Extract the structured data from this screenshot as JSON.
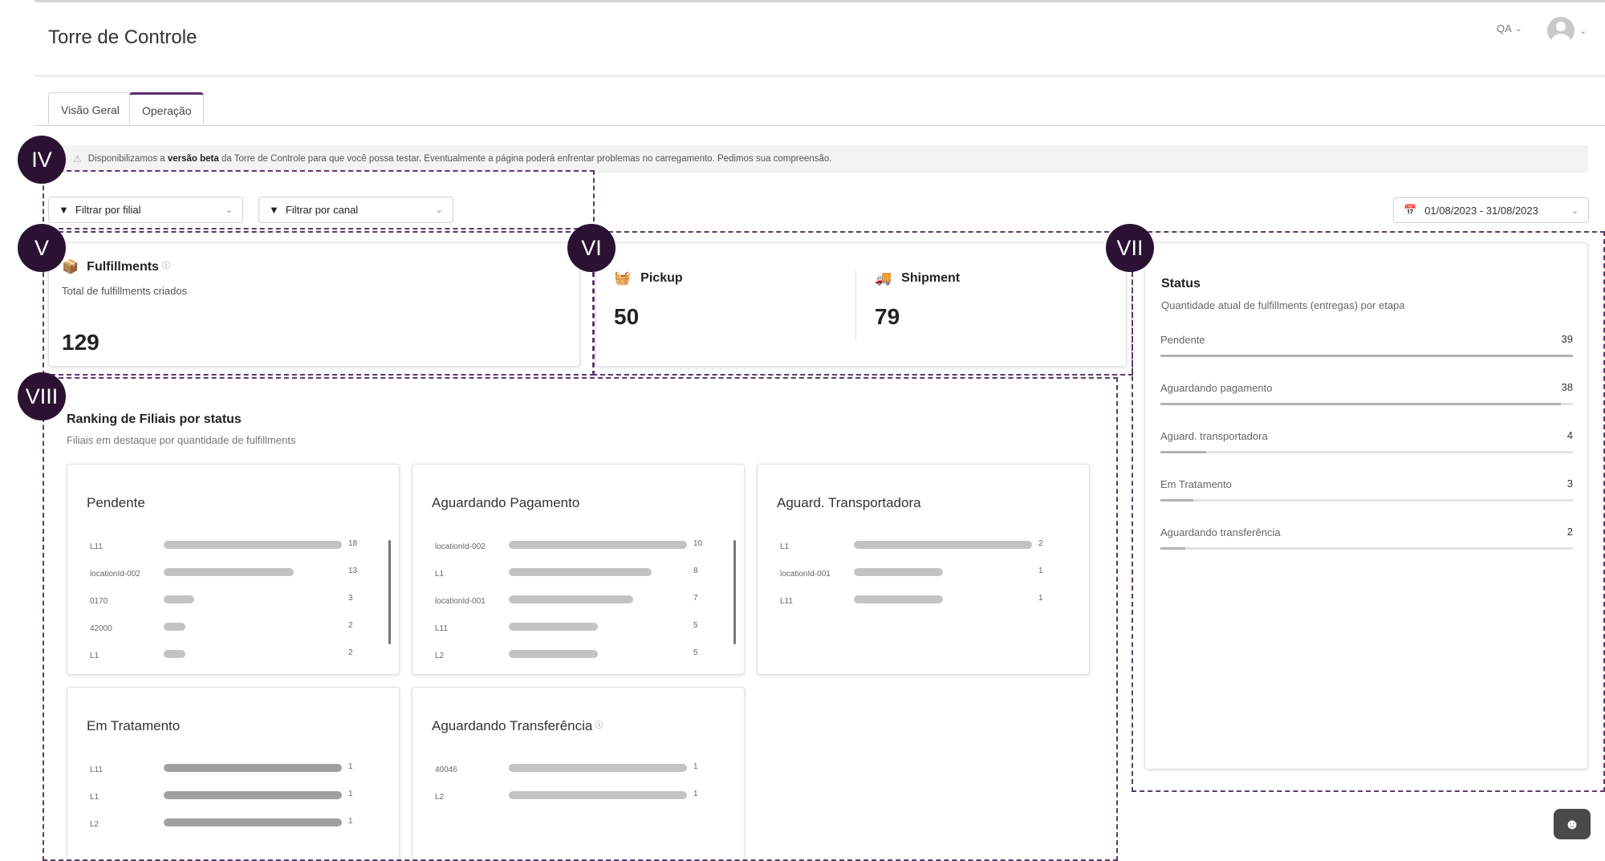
{
  "header": {
    "title": "Torre de Controle",
    "user": "QA"
  },
  "tabs": [
    {
      "label": "Visão Geral"
    },
    {
      "label": "Operação"
    }
  ],
  "banner": {
    "pre": "Disponibilizamos a ",
    "bold": "versão beta",
    "post": " da Torre de Controle para que você possa testar. Eventualmente a página poderá enfrentar problemas no carregamento. Pedimos sua compreensão."
  },
  "filters": {
    "branch": "Filtrar por filial",
    "channel": "Filtrar por canal",
    "date_range": "01/08/2023 - 31/08/2023"
  },
  "annotations": [
    "IV",
    "V",
    "VI",
    "VII",
    "VIII"
  ],
  "fulfillments": {
    "title": "Fulfillments",
    "subtitle": "Total de fulfillments criados",
    "value": "129"
  },
  "pickup": {
    "title": "Pickup",
    "value": "50"
  },
  "shipment": {
    "title": "Shipment",
    "value": "79"
  },
  "status": {
    "title": "Status",
    "subtitle": "Quantidade atual de fulfillments (entregas) por etapa",
    "items": [
      {
        "label": "Pendente",
        "value": "39",
        "fraction": 1.0
      },
      {
        "label": "Aguardando pagamento",
        "value": "38",
        "fraction": 0.97
      },
      {
        "label": "Aguard. transportadora",
        "value": "4",
        "fraction": 0.11
      },
      {
        "label": "Em Tratamento",
        "value": "3",
        "fraction": 0.08
      },
      {
        "label": "Aguardando transferência",
        "value": "2",
        "fraction": 0.06
      }
    ]
  },
  "ranking": {
    "title": "Ranking de Filiais por status",
    "subtitle": "Filiais em destaque por quantidade de fulfillments",
    "cards": [
      {
        "title": "Pendente",
        "rows": [
          {
            "label": "L11",
            "value": "18",
            "fraction": 1.0
          },
          {
            "label": "locationId-002",
            "value": "13",
            "fraction": 0.73
          },
          {
            "label": "0170",
            "value": "3",
            "fraction": 0.17
          },
          {
            "label": "42000",
            "value": "2",
            "fraction": 0.12
          },
          {
            "label": "L1",
            "value": "2",
            "fraction": 0.12
          }
        ]
      },
      {
        "title": "Aguardando Pagamento",
        "rows": [
          {
            "label": "locationId-002",
            "value": "10",
            "fraction": 1.0
          },
          {
            "label": "L1",
            "value": "8",
            "fraction": 0.8
          },
          {
            "label": "locationId-001",
            "value": "7",
            "fraction": 0.7
          },
          {
            "label": "L11",
            "value": "5",
            "fraction": 0.5
          },
          {
            "label": "L2",
            "value": "5",
            "fraction": 0.5
          }
        ]
      },
      {
        "title": "Aguard. Transportadora",
        "rows": [
          {
            "label": "L1",
            "value": "2",
            "fraction": 1.0
          },
          {
            "label": "locationId-001",
            "value": "1",
            "fraction": 0.5
          },
          {
            "label": "L11",
            "value": "1",
            "fraction": 0.5
          }
        ]
      },
      {
        "title": "Em Tratamento",
        "rows": [
          {
            "label": "L11",
            "value": "1",
            "fraction": 1.0
          },
          {
            "label": "L1",
            "value": "1",
            "fraction": 1.0
          },
          {
            "label": "L2",
            "value": "1",
            "fraction": 1.0
          }
        ]
      },
      {
        "title": "Aguardando Transferência",
        "rows": [
          {
            "label": "40046",
            "value": "1",
            "fraction": 1.0
          },
          {
            "label": "L2",
            "value": "1",
            "fraction": 1.0
          }
        ]
      }
    ]
  }
}
